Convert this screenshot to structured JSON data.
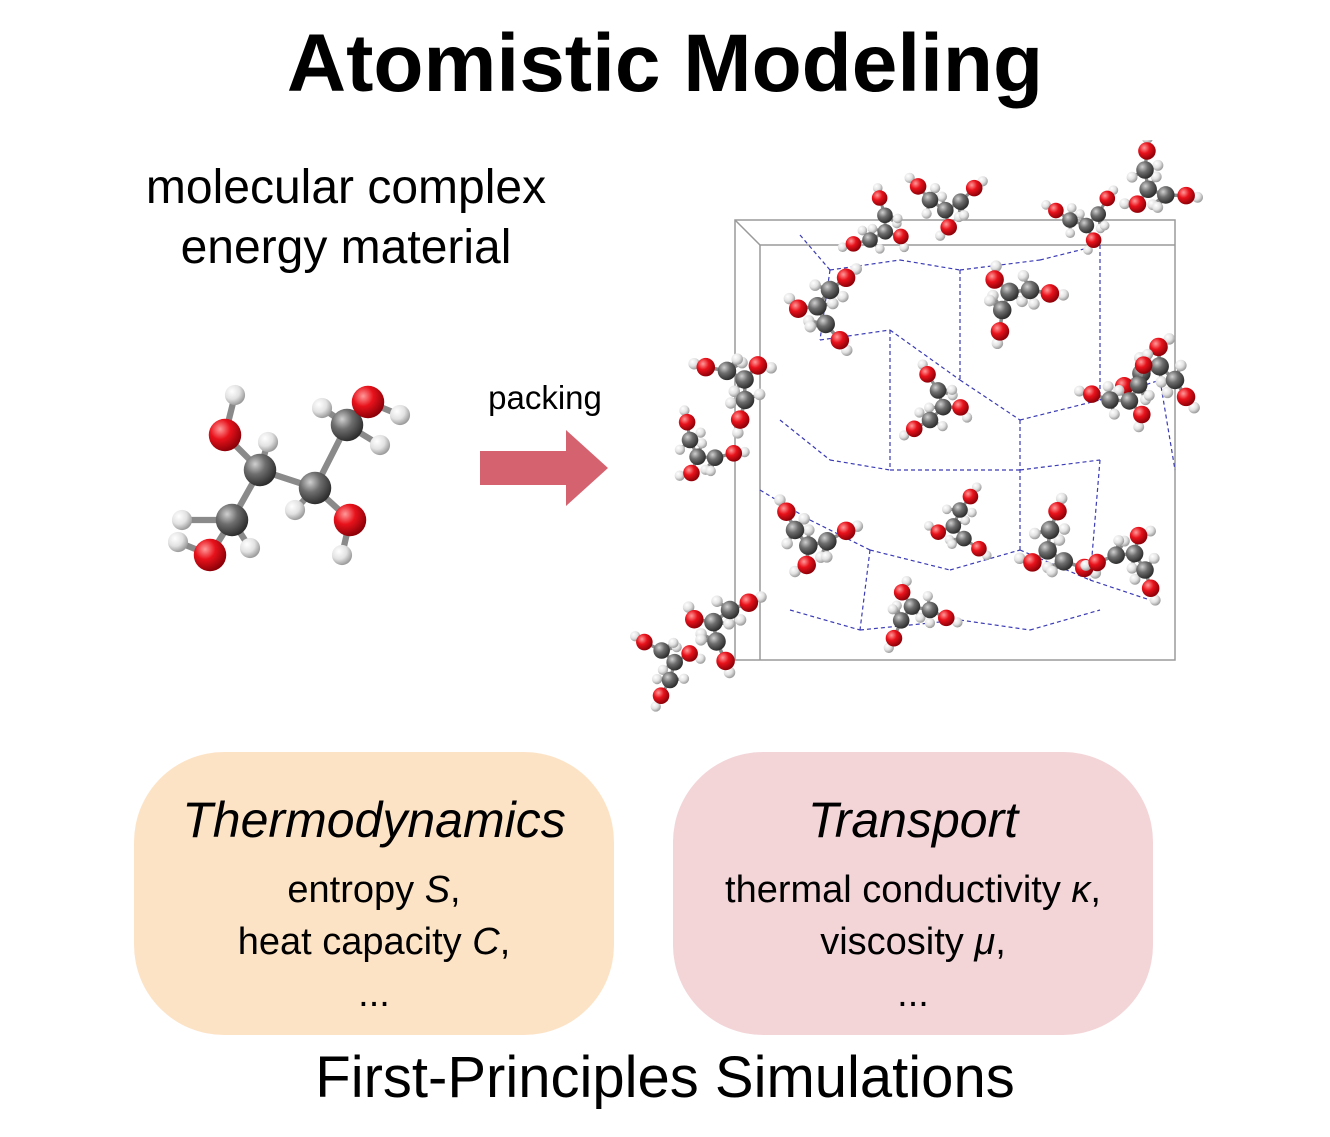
{
  "title": "Atomistic Modeling",
  "subtitle": [
    "molecular complex",
    "energy material"
  ],
  "packing_label": "packing",
  "thermodynamics": {
    "title": "Thermodynamics",
    "lines": [
      {
        "text": "entropy ",
        "var": "S",
        "suffix": ","
      },
      {
        "text": "heat capacity ",
        "var": "C",
        "suffix": ","
      },
      {
        "text": "...",
        "var": "",
        "suffix": ""
      }
    ]
  },
  "transport": {
    "title": "Transport",
    "lines": [
      {
        "text": "thermal conductivity ",
        "var": "κ",
        "suffix": ","
      },
      {
        "text": "viscosity ",
        "var": "μ",
        "suffix": ","
      },
      {
        "text": "...",
        "var": "",
        "suffix": ""
      }
    ]
  },
  "footer": "First-Principles Simulations",
  "colors": {
    "carbon": "#555555",
    "oxygen": "#e8121b",
    "hydrogen": "#e6e6e6",
    "hbond": "#3b3bb5",
    "arrow": "#d5636f",
    "thermo_box": "#fde3c6",
    "transport_box": "#f3d4d7"
  }
}
